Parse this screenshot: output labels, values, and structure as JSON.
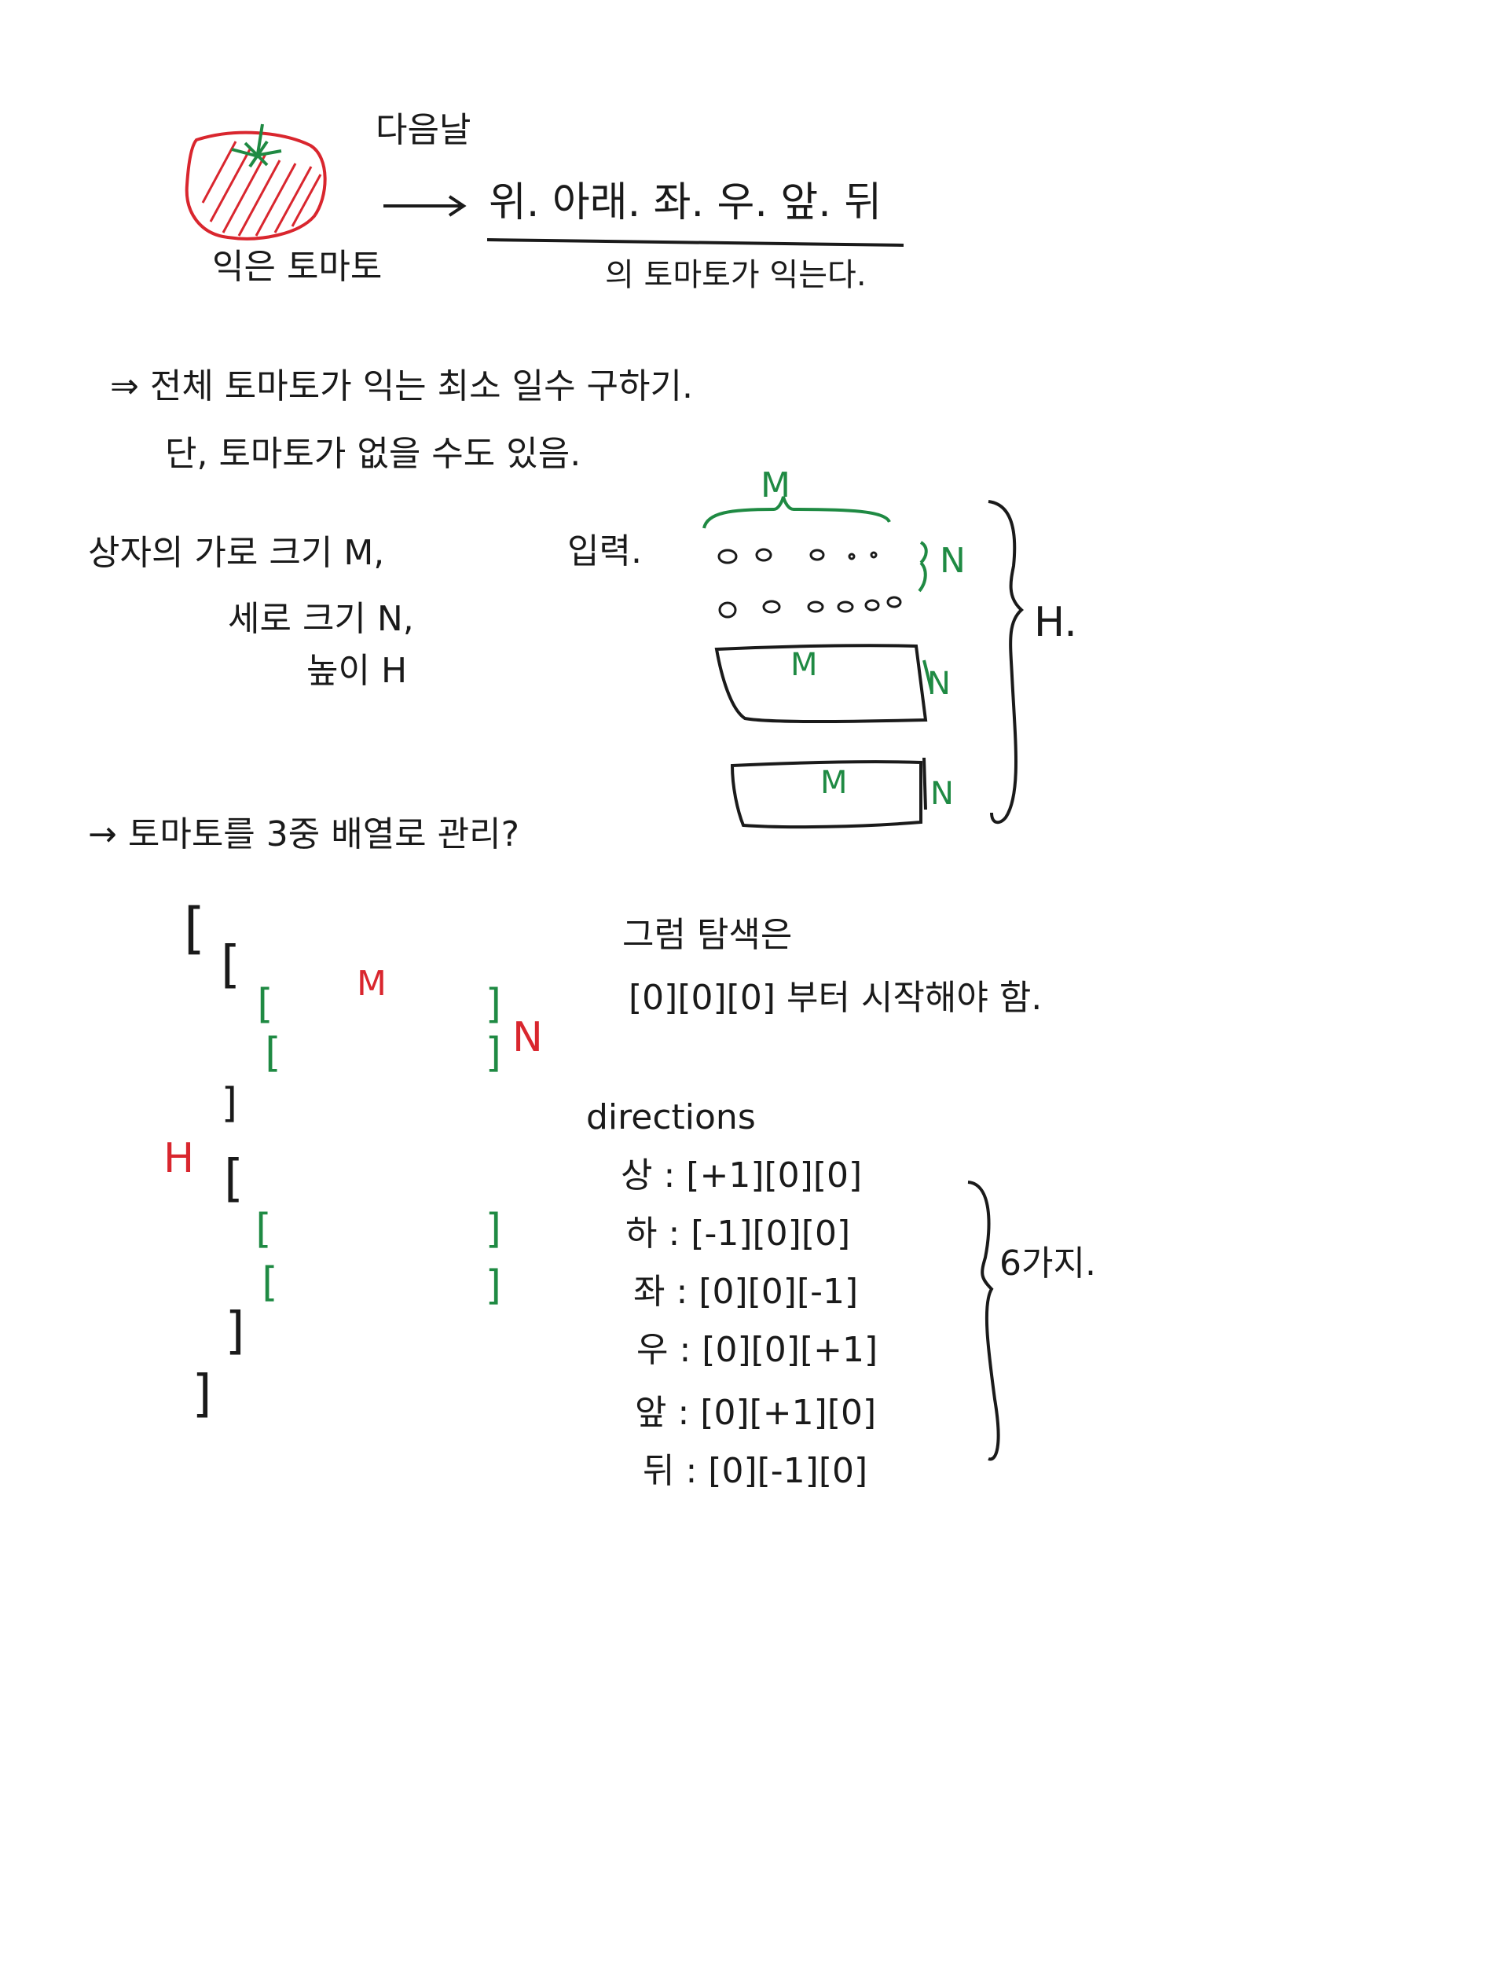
{
  "colors": {
    "ink": "#1a1a1a",
    "green": "#1f8a43",
    "red": "#d9262e"
  },
  "intro": {
    "next_day": "다음날",
    "neighbors": "위. 아래. 좌. 우. 앞. 뒤",
    "ripens": "의 토마토가 익는다.",
    "ripe_tomato": "익은 토마토"
  },
  "goal": {
    "line1": "⇒ 전체 토마토가 익는 최소 일수 구하기.",
    "line2": "단, 토마토가 없을 수도 있음."
  },
  "box": {
    "width": "상자의 가로 크기 M,",
    "height": "세로 크기 N,",
    "depth": "높이 H",
    "input": "입력.",
    "m": "M",
    "n": "N",
    "h": "H."
  },
  "array": {
    "title": "→ 토마토를 3중 배열로 관리?",
    "open": "[",
    "close": "]",
    "m": "M",
    "n": "N",
    "h": "H"
  },
  "search": {
    "line1": "그럼 탐색은",
    "line2": "[0][0][0] 부터 시작해야 함."
  },
  "directions": {
    "title": "directions",
    "items": [
      {
        "name": "상",
        "vec": ": [+1][0][0]"
      },
      {
        "name": "하",
        "vec": ": [-1][0][0]"
      },
      {
        "name": "좌",
        "vec": ": [0][0][-1]"
      },
      {
        "name": "우",
        "vec": ": [0][0][+1]"
      },
      {
        "name": "앞",
        "vec": ": [0][+1][0]"
      },
      {
        "name": "뒤",
        "vec": ": [0][-1][0]"
      }
    ],
    "count": "6가지."
  }
}
